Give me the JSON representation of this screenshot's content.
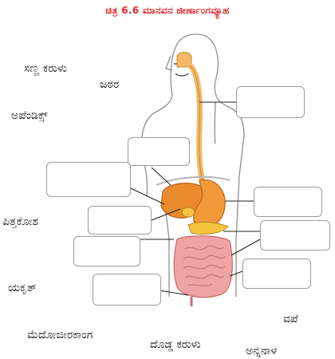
{
  "title": "ಚಿತ್ರ 6.6 ಮಾನವನ ಜೀರ್ಣಾಂಗವ್ಯೂಹ",
  "word_bank": [
    "ಸಣ್ಣ ಕರುಳು",
    "ಜಠರ",
    "ಅಪೆಂಡಿಕ್ಸ್",
    "ಪಿತ್ತಕೋಶ",
    "ಯಕೃತ್",
    "ಮೆದೋಜೀರಕಾಂಗ",
    "ದೊಡ್ಡ ಕರುಳು",
    "ವಪೆ",
    "ಅನ್ನನಾಳ"
  ],
  "colors": {
    "title": "#e0262c",
    "stomach": "#f29a3a",
    "liver": "#e98b2d",
    "esophagus": "#f4b866",
    "intestine": "#f0a3a3",
    "gall_bladder": "#f5c542"
  }
}
